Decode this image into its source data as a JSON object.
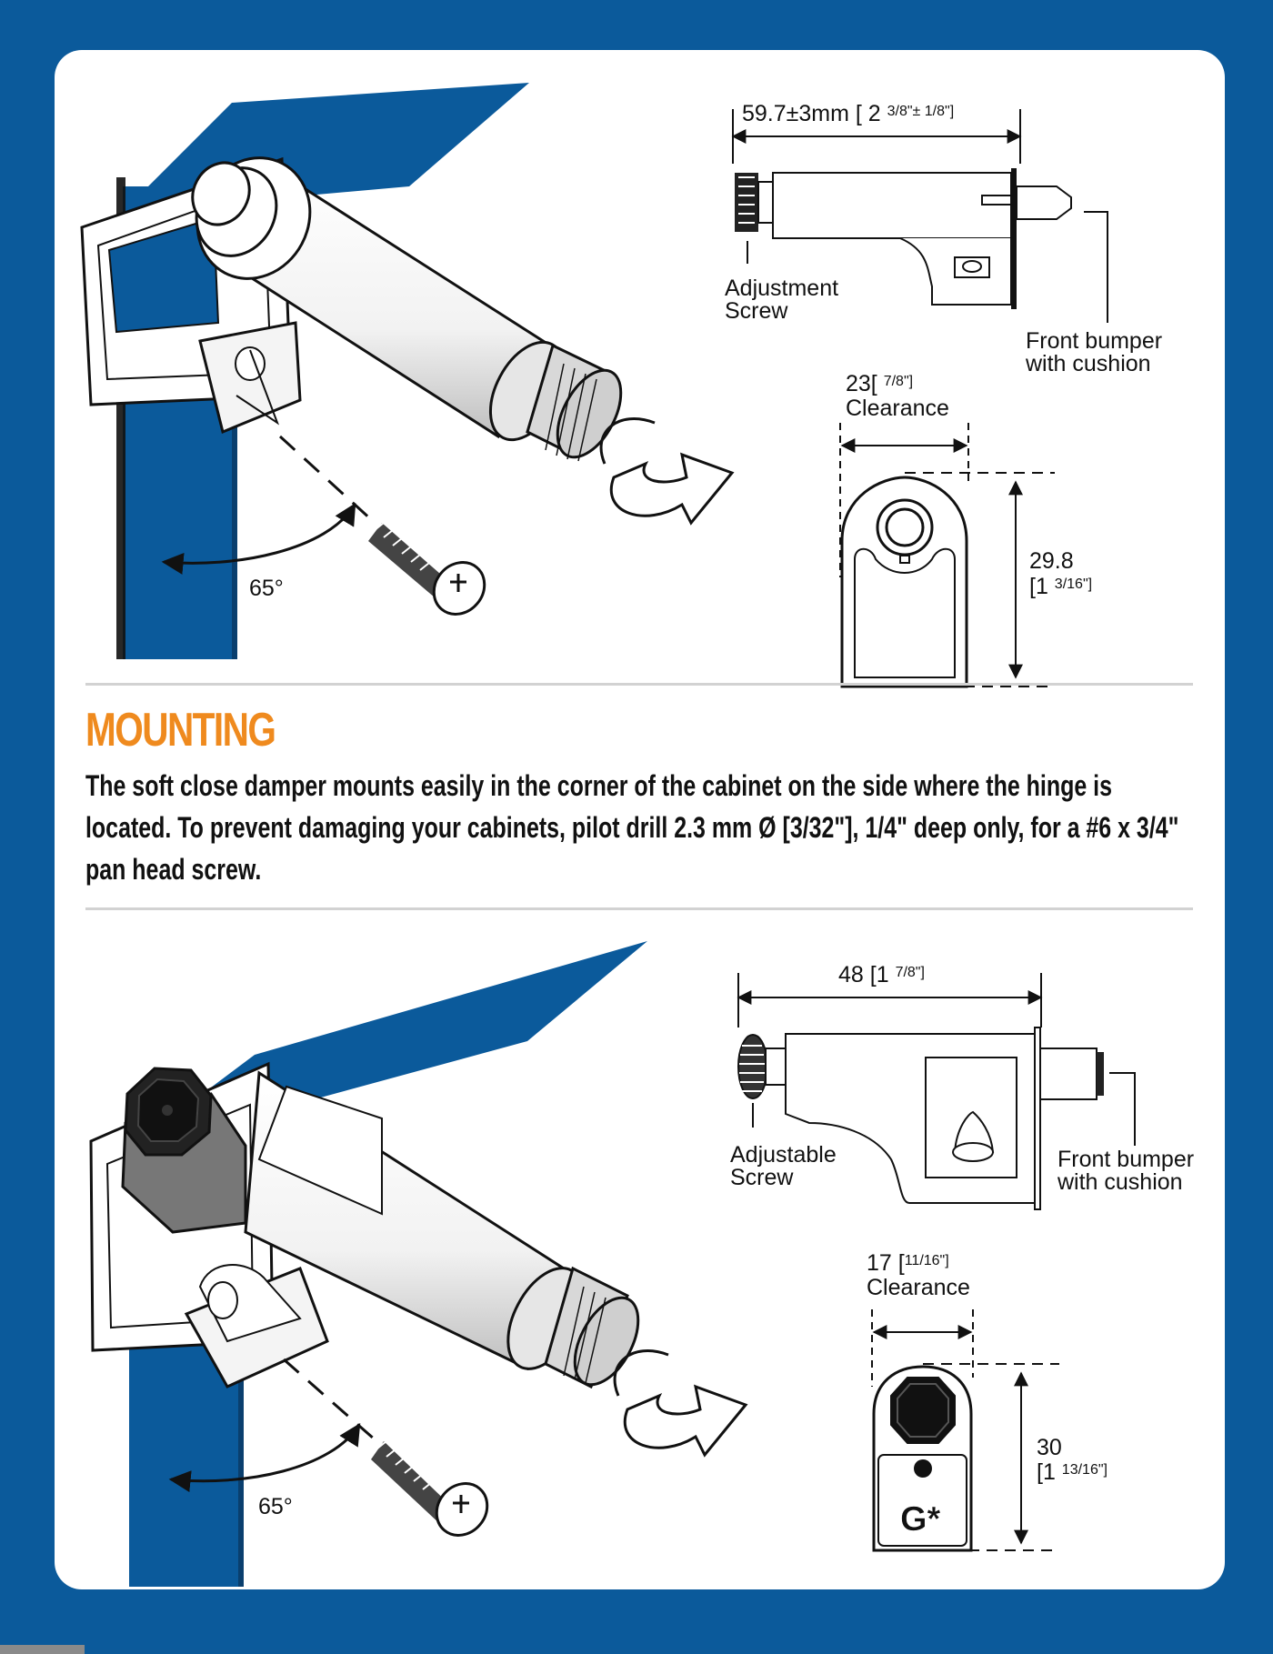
{
  "section": {
    "heading": "MOUNTING",
    "paragraph": "The soft close damper mounts easily in the corner of the cabinet on the side where the hinge is located. To prevent damaging your cabinets, pilot drill 2.3 mm Ø [3/32\"], 1/4\" deep only, for a #6 x 3/4\" pan head screw."
  },
  "top_figure": {
    "angle": "65°",
    "length_dim_main": "59.7±3mm [ 2 ",
    "length_dim_frac1": "3/8\"± ",
    "length_dim_frac2": "1/8\"]",
    "adjust_label_1": "Adjustment",
    "adjust_label_2": "Screw",
    "bumper_label_1": "Front bumper",
    "bumper_label_2": "with cushion",
    "clearance_value": "23[ ",
    "clearance_frac": "7/8\"]",
    "clearance_label": "Clearance",
    "height_value": "29.8",
    "height_frac_pre": "[1 ",
    "height_frac": "3/16\"]"
  },
  "bottom_figure": {
    "angle": "65°",
    "length_dim_main": "48 [1 ",
    "length_dim_frac": "7/8\"]",
    "adjust_label_1": "Adjustable",
    "adjust_label_2": "Screw",
    "bumper_label_1": "Front bumper",
    "bumper_label_2": "with cushion",
    "clearance_value": "17 [",
    "clearance_frac": "11/16\"]",
    "clearance_label": "Clearance",
    "height_value": "30",
    "height_frac_pre": "[1 ",
    "height_frac": "13/16\"]",
    "logo_text": "G*"
  },
  "colors": {
    "frame_blue": "#0b5a9b",
    "heading_orange": "#ef8a1e",
    "panel_blue": "#0b5a9b"
  }
}
